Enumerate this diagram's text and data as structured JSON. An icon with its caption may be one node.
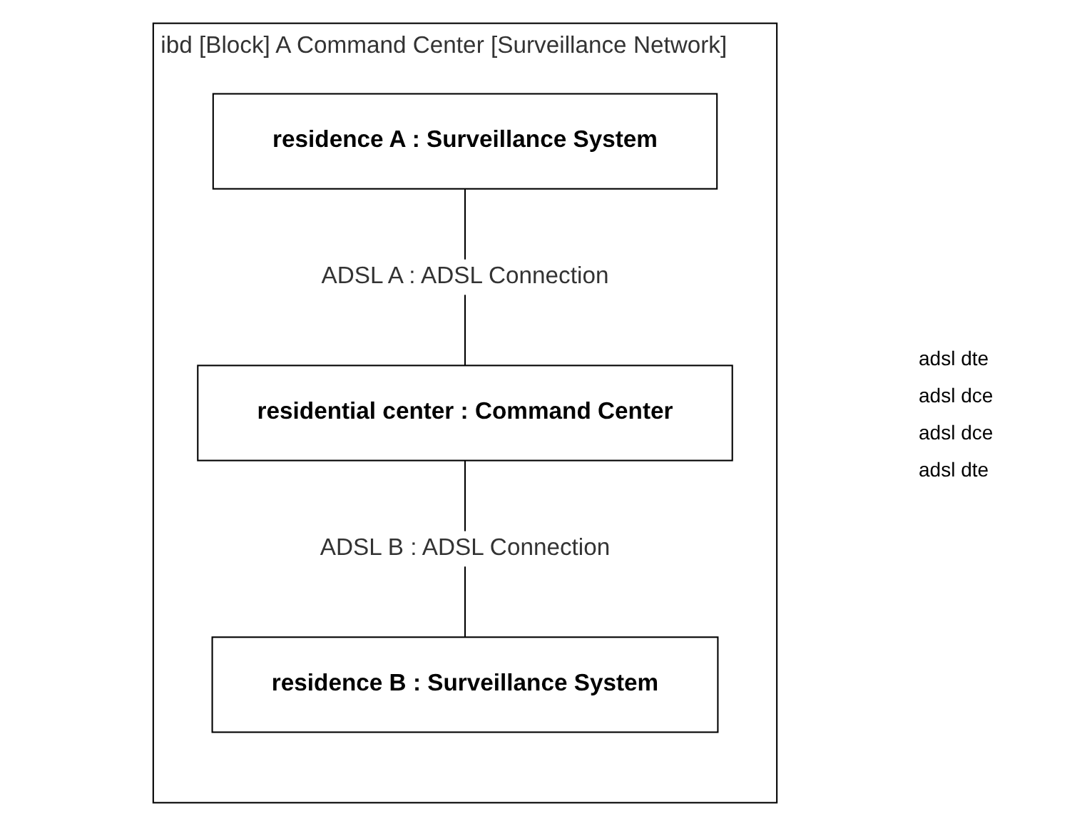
{
  "diagram": {
    "nodes": [
      {
        "text": [
          "ibd [Block] A Command Center [Surveillance Network]"
        ]
      },
      {
        "text": [
          "residence A : Surveillance System"
        ],
        "in": 0
      },
      {
        "text": [
          "residential center : Command Center"
        ],
        "in": 0
      },
      {
        "text": [
          "residence B : Surveillance System"
        ],
        "in": 0
      }
    ],
    "edges": [
      {
        "from": 1,
        "to": 2,
        "arrow": "none",
        "label": "ADSL A : ADSL Connection"
      },
      {
        "from": 2,
        "to": 3,
        "arrow": "none",
        "label": "ADSL B : ADSL Connection"
      }
    ],
    "labels": [
      "adsl dte",
      "adsl dce",
      "adsl dce",
      "adsl dte"
    ]
  }
}
